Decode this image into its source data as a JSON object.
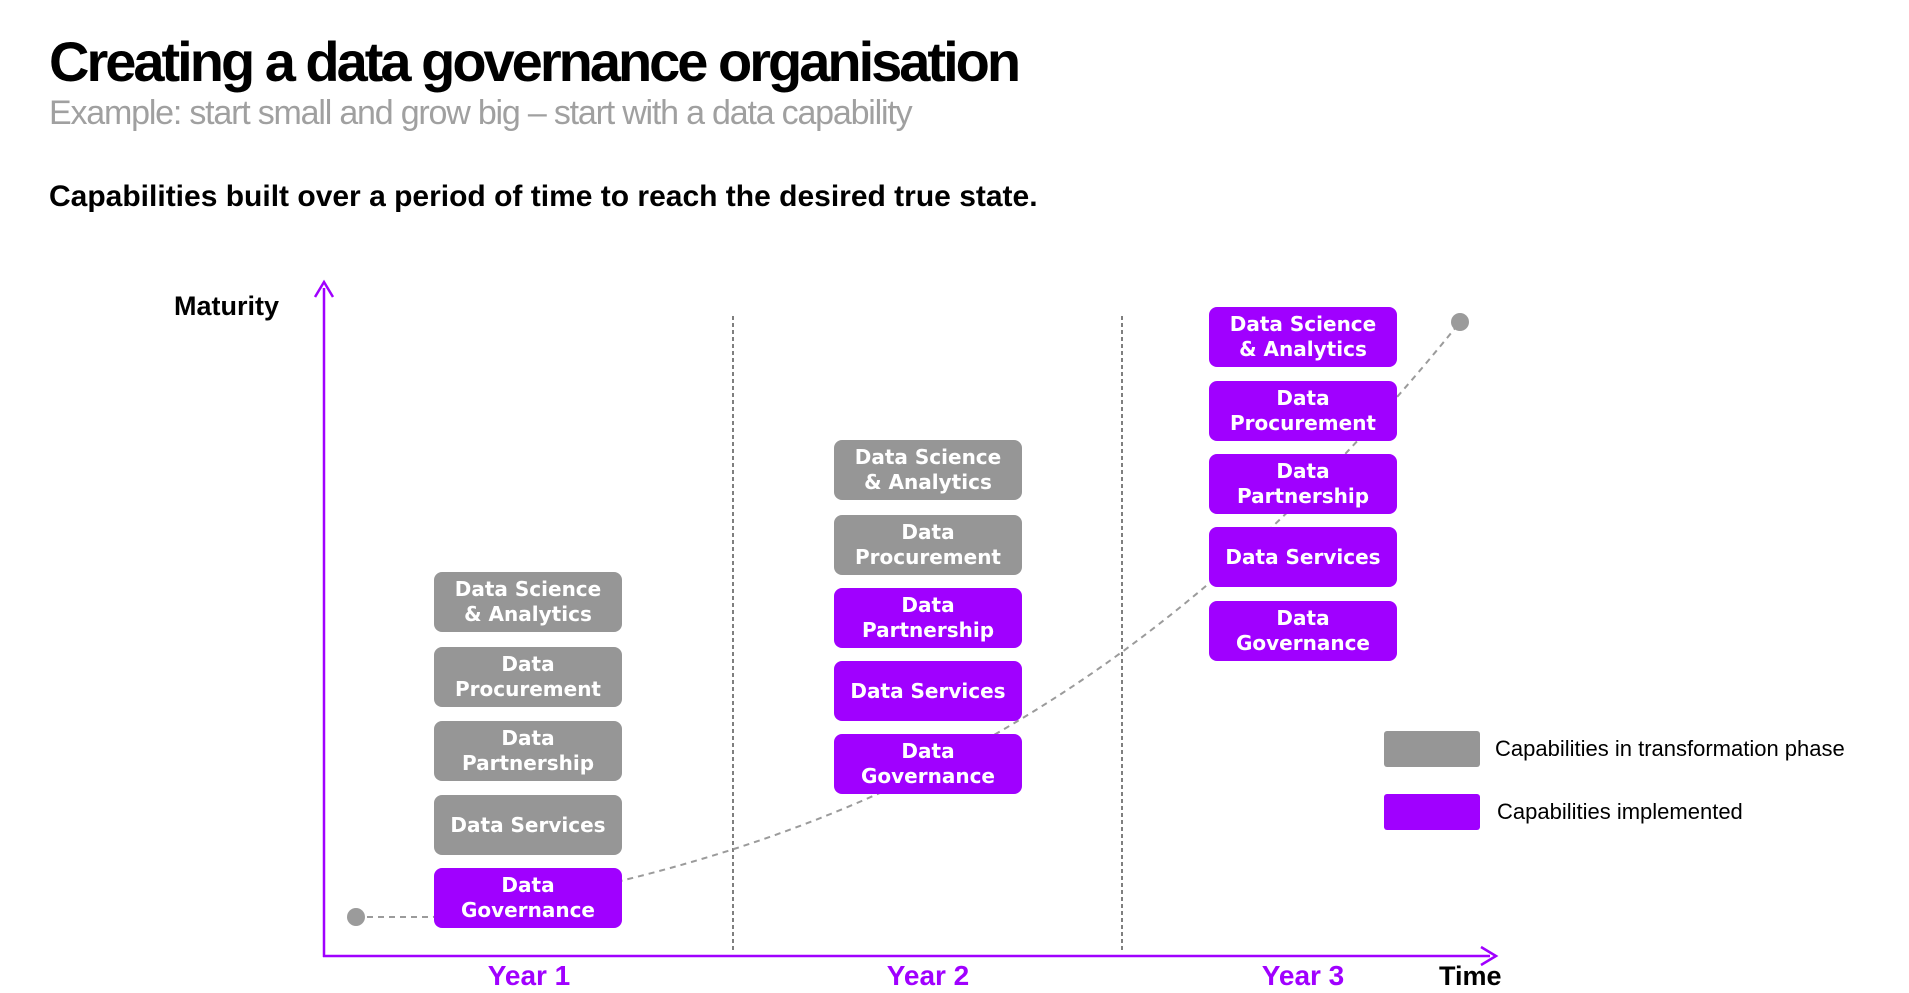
{
  "title": "Creating a data governance organisation",
  "subtitle": "Example: start small and grow big – start with a data capability",
  "heading": "Capabilities built over a period of time to reach the desired true state.",
  "axes": {
    "y_label": "Maturity",
    "x_label": "Time"
  },
  "years": [
    {
      "label": "Year 1",
      "capabilities": [
        {
          "name": "Data Science\n& Analytics",
          "status": "transformation"
        },
        {
          "name": "Data\nProcurement",
          "status": "transformation"
        },
        {
          "name": "Data\nPartnership",
          "status": "transformation"
        },
        {
          "name": "Data Services",
          "status": "transformation"
        },
        {
          "name": "Data\nGovernance",
          "status": "implemented"
        }
      ]
    },
    {
      "label": "Year 2",
      "capabilities": [
        {
          "name": "Data Science\n& Analytics",
          "status": "transformation"
        },
        {
          "name": "Data\nProcurement",
          "status": "transformation"
        },
        {
          "name": "Data\nPartnership",
          "status": "implemented"
        },
        {
          "name": "Data Services",
          "status": "implemented"
        },
        {
          "name": "Data\nGovernance",
          "status": "implemented"
        }
      ]
    },
    {
      "label": "Year 3",
      "capabilities": [
        {
          "name": "Data Science\n& Analytics",
          "status": "implemented"
        },
        {
          "name": "Data\nProcurement",
          "status": "implemented"
        },
        {
          "name": "Data\nPartnership",
          "status": "implemented"
        },
        {
          "name": "Data Services",
          "status": "implemented"
        },
        {
          "name": "Data\nGovernance",
          "status": "implemented"
        }
      ]
    }
  ],
  "legend": {
    "transformation": "Capabilities in transformation phase",
    "implemented": "Capabilities implemented"
  },
  "colors": {
    "accent": "#a000ff",
    "grey": "#969696",
    "curve": "#9b9b9b",
    "divider": "#555555"
  }
}
